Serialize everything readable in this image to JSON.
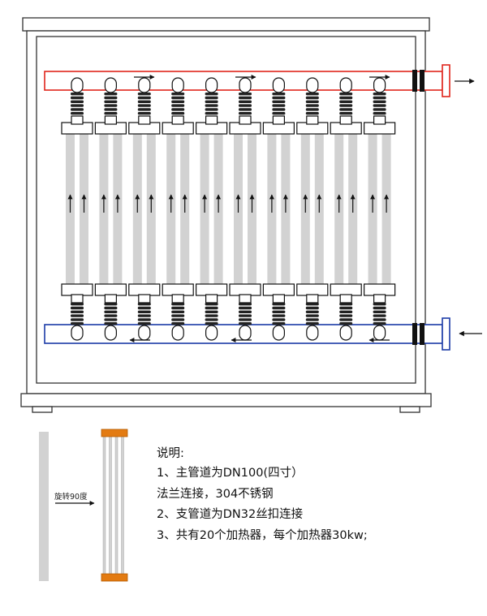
{
  "diagram": {
    "colors": {
      "frame": "#333333",
      "outlet_pipe": "#e0241b",
      "inlet_pipe": "#1a3aa6",
      "heater_tube": "#d2d2d2",
      "flange_end": "#e37b12"
    },
    "flow": {
      "outlet_direction": "right",
      "inlet_direction": "left",
      "branch_direction": "up"
    },
    "heater_units": 10,
    "tubes_per_unit": 2
  },
  "side_view": {
    "rotate_label": "旋转90度",
    "tube_count": 4
  },
  "notes": {
    "title": "说明:",
    "lines": [
      "1、主管道为DN100(四寸）",
      "法兰连接，304不锈钢",
      "2、支管道为DN32丝扣连接",
      "3、共有20个加热器，每个加热器30kw;"
    ]
  }
}
